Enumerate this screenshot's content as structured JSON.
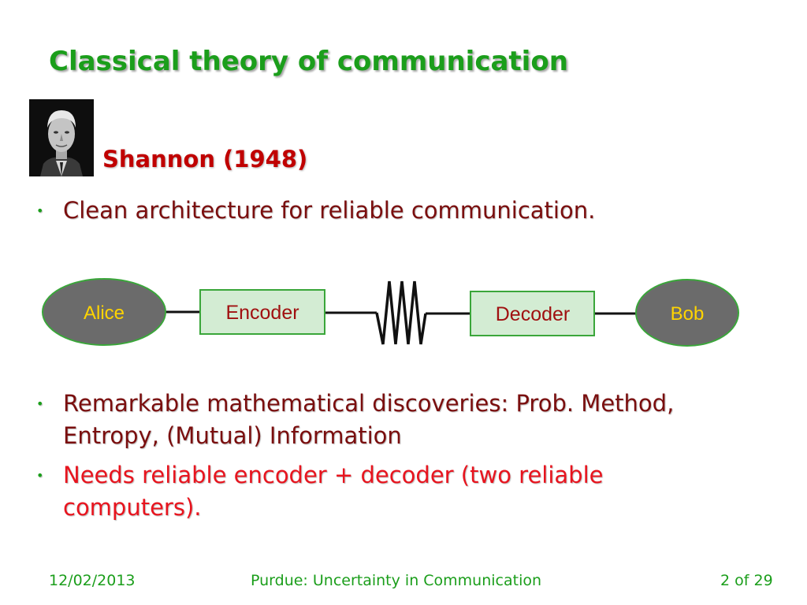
{
  "slide": {
    "title": "Classical theory of communication",
    "subtitle": "Shannon (1948)",
    "bullets": [
      "Clean architecture for reliable communication.",
      "Remarkable mathematical discoveries: Prob. Method, Entropy, (Mutual) Information",
      "Needs reliable encoder + decoder (two reliable computers)."
    ],
    "bullet_marker": "•"
  },
  "diagram": {
    "alice": "Alice",
    "encoder": "Encoder",
    "decoder": "Decoder",
    "bob": "Bob"
  },
  "footer": {
    "date": "12/02/2013",
    "center": "Purdue: Uncertainty in Communication",
    "page_num": "2",
    "page_of": "of 29"
  },
  "colors": {
    "title": "#1b9e1b",
    "subtitle": "#c00000",
    "bullet_text_dark": "#7a0e0e",
    "bullet_text_red": "#e8141e",
    "ellipse_fill": "#6b6b6b",
    "box_fill": "#d3ecd3",
    "border_green": "#3aa63a"
  }
}
